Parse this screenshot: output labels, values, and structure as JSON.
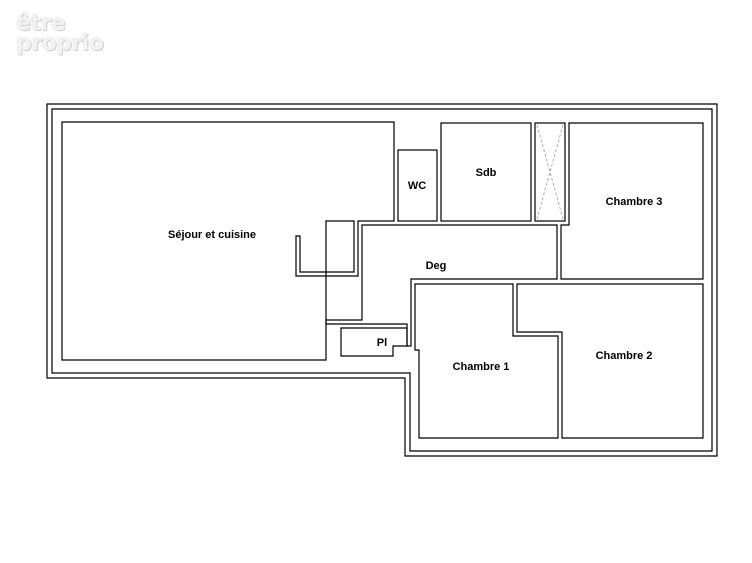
{
  "brand": {
    "logo_line1": "être",
    "logo_line2": "proprio"
  },
  "rooms": {
    "sejour": "Séjour et cuisine",
    "wc": "WC",
    "sdb": "Sdb",
    "chambre3": "Chambre 3",
    "deg": "Deg",
    "placard": "Pl",
    "chambre1": "Chambre 1",
    "chambre2": "Chambre 2"
  },
  "colors": {
    "wall": "#000000",
    "background": "#ffffff",
    "duct_hatch": "#9e9e9e"
  }
}
